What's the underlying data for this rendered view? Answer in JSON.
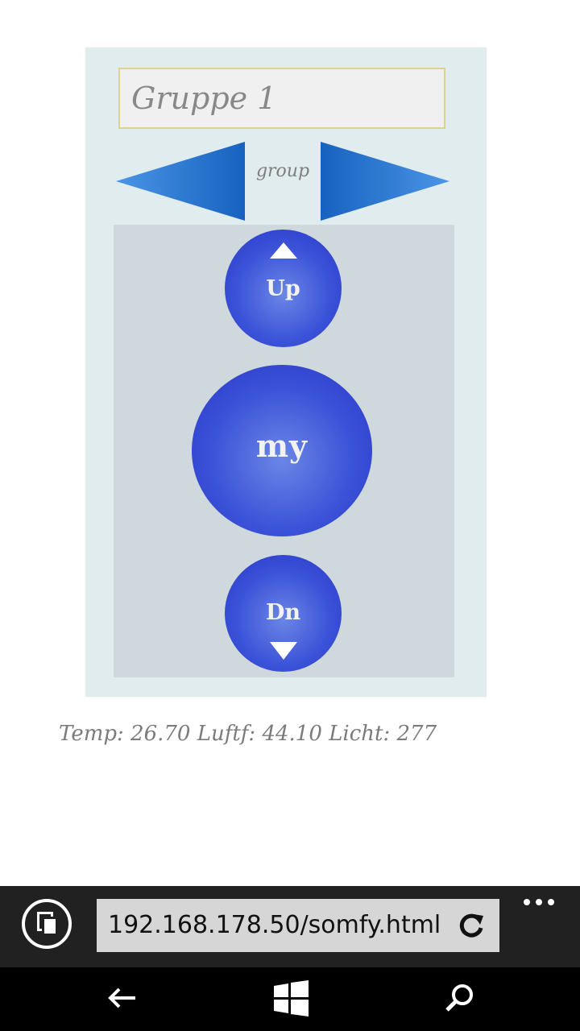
{
  "remote": {
    "group_name": "Gruppe 1",
    "group_label": "group",
    "buttons": {
      "up": "Up",
      "my": "my",
      "down": "Dn"
    }
  },
  "sensors": {
    "text": "Temp: 26.70 Luftf: 44.10 Licht: 277"
  },
  "browser": {
    "url": "192.168.178.50/somfy.html"
  },
  "icons": {
    "tabs": "tabs-icon",
    "reload": "reload-icon",
    "more": "more-icon",
    "back": "back-arrow-icon",
    "home": "windows-logo-icon",
    "search": "search-icon",
    "prev_group": "left-arrow-icon",
    "next_group": "right-arrow-icon",
    "up": "triangle-up-icon",
    "down": "triangle-down-icon"
  },
  "colors": {
    "panel": "#e0ecee",
    "button_area": "#cfd8dc",
    "button_blue": "#3a52d8",
    "arrow_blue": "#2f7ad8",
    "field_border": "#ddd38a"
  }
}
